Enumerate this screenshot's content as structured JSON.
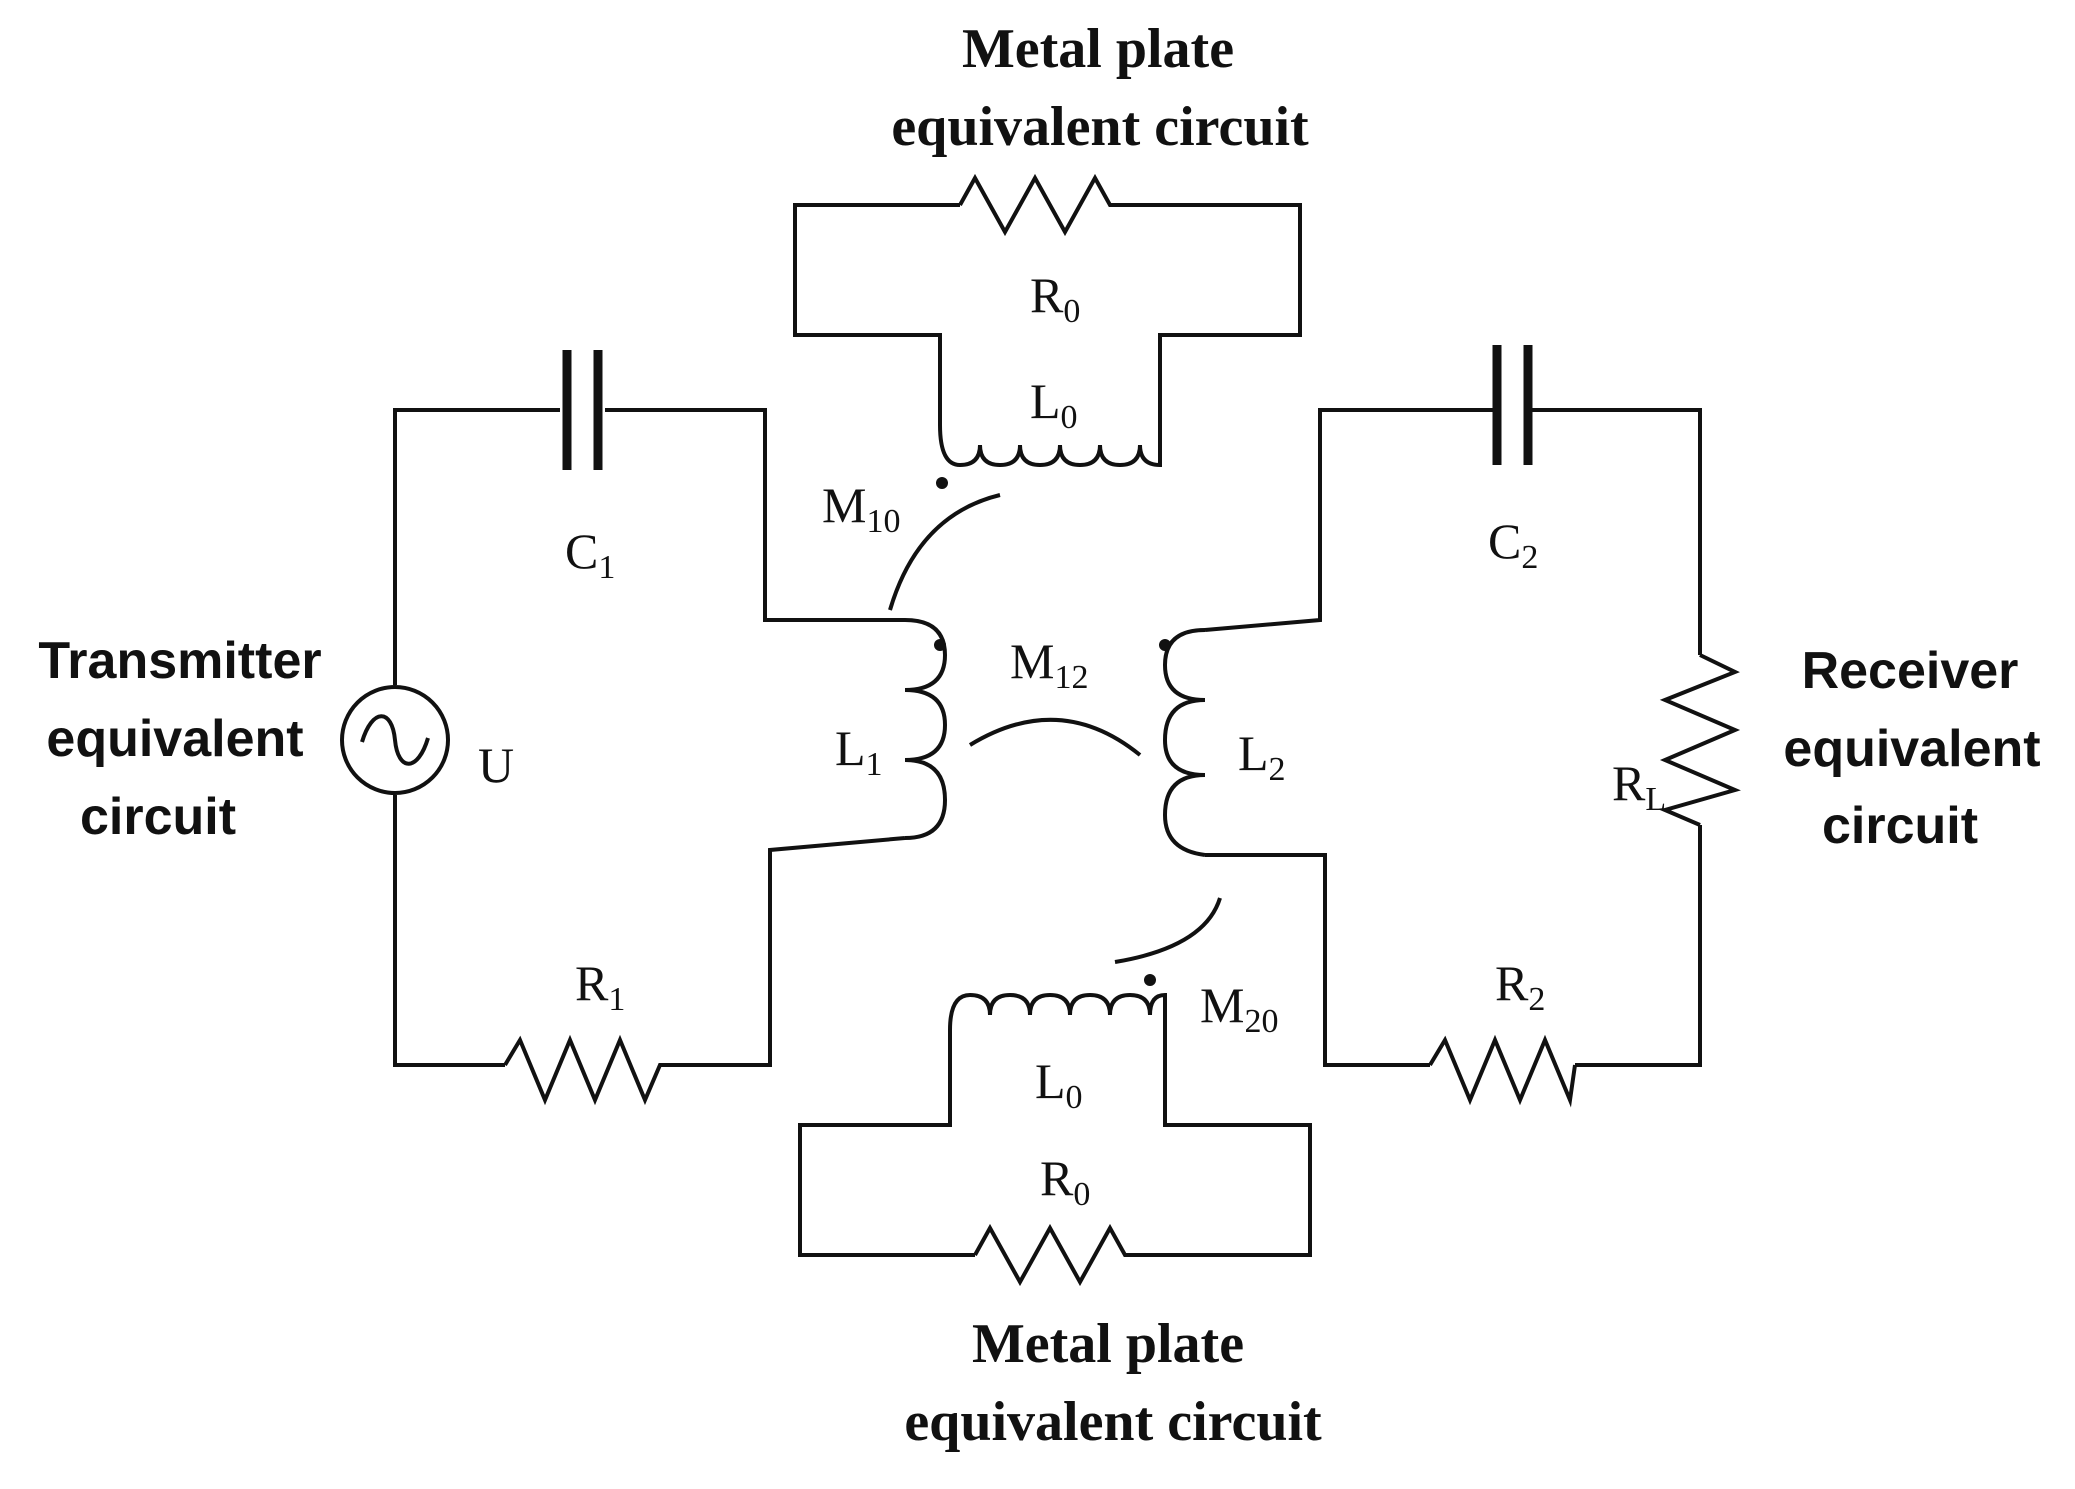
{
  "titles": {
    "top_plate": [
      "Metal plate",
      "equivalent circuit"
    ],
    "bottom_plate": [
      "Metal plate",
      "equivalent circuit"
    ],
    "transmitter": [
      "Transmitter",
      "equivalent",
      "circuit"
    ],
    "receiver": [
      "Receiver",
      "equivalent",
      "circuit"
    ]
  },
  "components": {
    "c1": {
      "main": "C",
      "sub": "1"
    },
    "c2": {
      "main": "C",
      "sub": "2"
    },
    "u": {
      "main": "U",
      "sub": ""
    },
    "r1": {
      "main": "R",
      "sub": "1"
    },
    "r2": {
      "main": "R",
      "sub": "2"
    },
    "rl": {
      "main": "R",
      "sub": "L"
    },
    "l1": {
      "main": "L",
      "sub": "1"
    },
    "l2": {
      "main": "L",
      "sub": "2"
    },
    "r0_top": {
      "main": "R",
      "sub": "0"
    },
    "l0_top": {
      "main": "L",
      "sub": "0"
    },
    "r0_bottom": {
      "main": "R",
      "sub": "0"
    },
    "l0_bottom": {
      "main": "L",
      "sub": "0"
    },
    "m10": {
      "main": "M",
      "sub": "10"
    },
    "m12": {
      "main": "M",
      "sub": "12"
    },
    "m20": {
      "main": "M",
      "sub": "20"
    }
  }
}
